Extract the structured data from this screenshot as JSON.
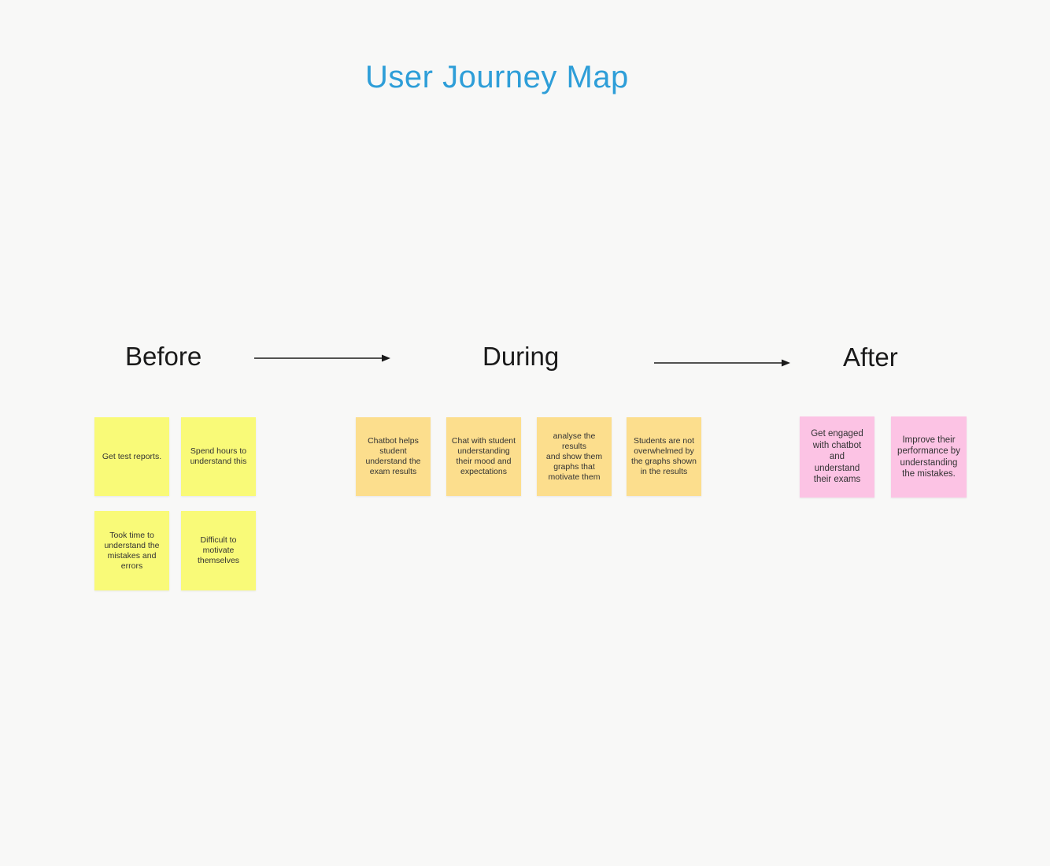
{
  "title": "User Journey Map",
  "phases": {
    "before": {
      "label": "Before",
      "notes": [
        "Get test reports.",
        "Spend hours to\nunderstand this",
        "Took time to\nunderstand the\nmistakes and\nerrors",
        "Difficult to\nmotivate\nthemselves"
      ]
    },
    "during": {
      "label": "During",
      "notes": [
        "Chatbot helps\nstudent\nunderstand the\nexam results",
        "Chat with student\nunderstanding\ntheir mood and\nexpectations",
        "analyse the results\nand show them\ngraphs that\nmotivate them",
        "Students are not\noverwhelmed by\nthe graphs shown\nin the results"
      ]
    },
    "after": {
      "label": "After",
      "notes": [
        "Get engaged\nwith chatbot\nand\nunderstand\ntheir exams",
        "Improve their\nperformance by\nunderstanding\nthe mistakes."
      ]
    }
  },
  "colors": {
    "title": "#2E9ED8",
    "yellow": "#F9FA78",
    "orange": "#FCDE8D",
    "pink": "#FCC3E4",
    "background": "#F8F8F7",
    "arrow": "#1A1A1A",
    "note_text": "#333333"
  }
}
